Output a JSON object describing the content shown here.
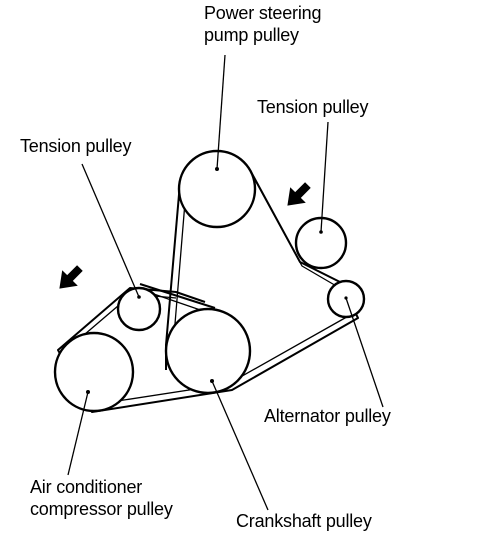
{
  "labels": {
    "power_steering": [
      "Power steering",
      "pump pulley"
    ],
    "tension_top": "Tension pulley",
    "tension_left": "Tension pulley",
    "alternator": "Alternator pulley",
    "air_conditioner": [
      "Air conditioner",
      "compressor pulley"
    ],
    "crankshaft": "Crankshaft pulley"
  },
  "colors": {
    "line": "#000000",
    "background": "#ffffff"
  },
  "icons": {
    "arrow_left": "arrow-down-right-icon",
    "arrow_right": "arrow-down-left-icon"
  }
}
